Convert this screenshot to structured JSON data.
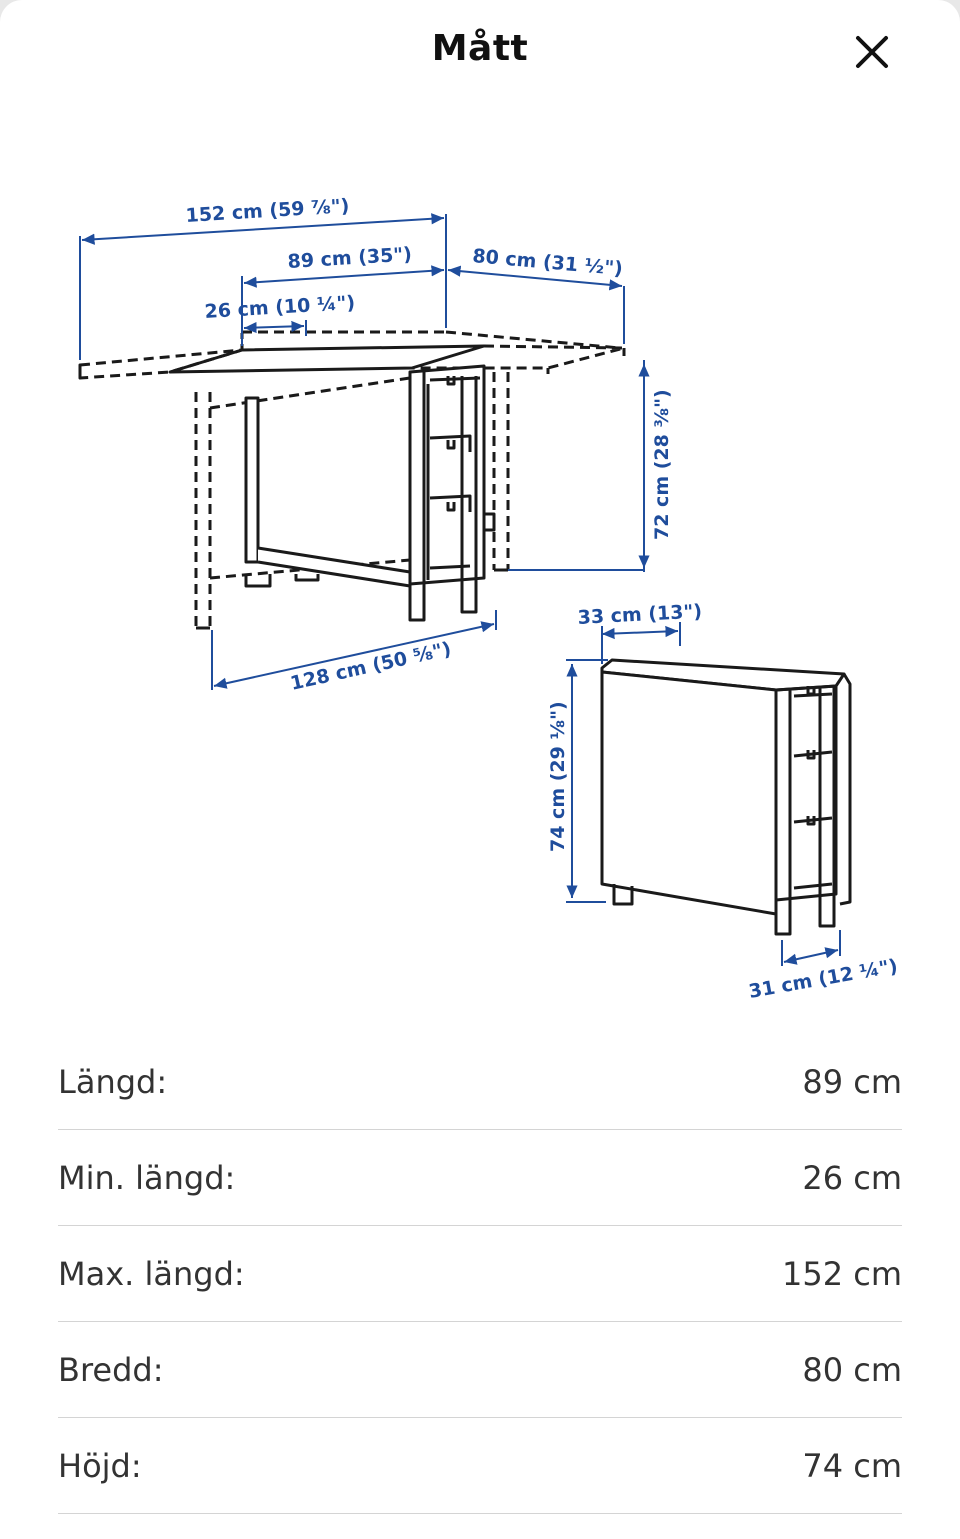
{
  "header": {
    "title": "Mått",
    "close_icon": "close-icon"
  },
  "diagram": {
    "open_table": {
      "max_length": "152 cm (59 ⅞\")",
      "length": "89 cm (35\")",
      "min_length": "26 cm (10 ¼\")",
      "width": "80 cm (31 ½\")",
      "height": "72 cm (28 ⅜\")",
      "depth_base": "128 cm (50 ⅝\")"
    },
    "folded_table": {
      "top_depth": "33 cm (13\")",
      "height": "74 cm (29 ⅛\")",
      "base_depth": "31 cm (12 ¼\")"
    },
    "line_color": "#1a1a1a",
    "dimension_color": "#1f4d9c"
  },
  "specs": [
    {
      "label": "Längd:",
      "value": "89 cm"
    },
    {
      "label": "Min. längd:",
      "value": "26 cm"
    },
    {
      "label": "Max. längd:",
      "value": "152 cm"
    },
    {
      "label": "Bredd:",
      "value": "80 cm"
    },
    {
      "label": "Höjd:",
      "value": "74 cm"
    }
  ]
}
